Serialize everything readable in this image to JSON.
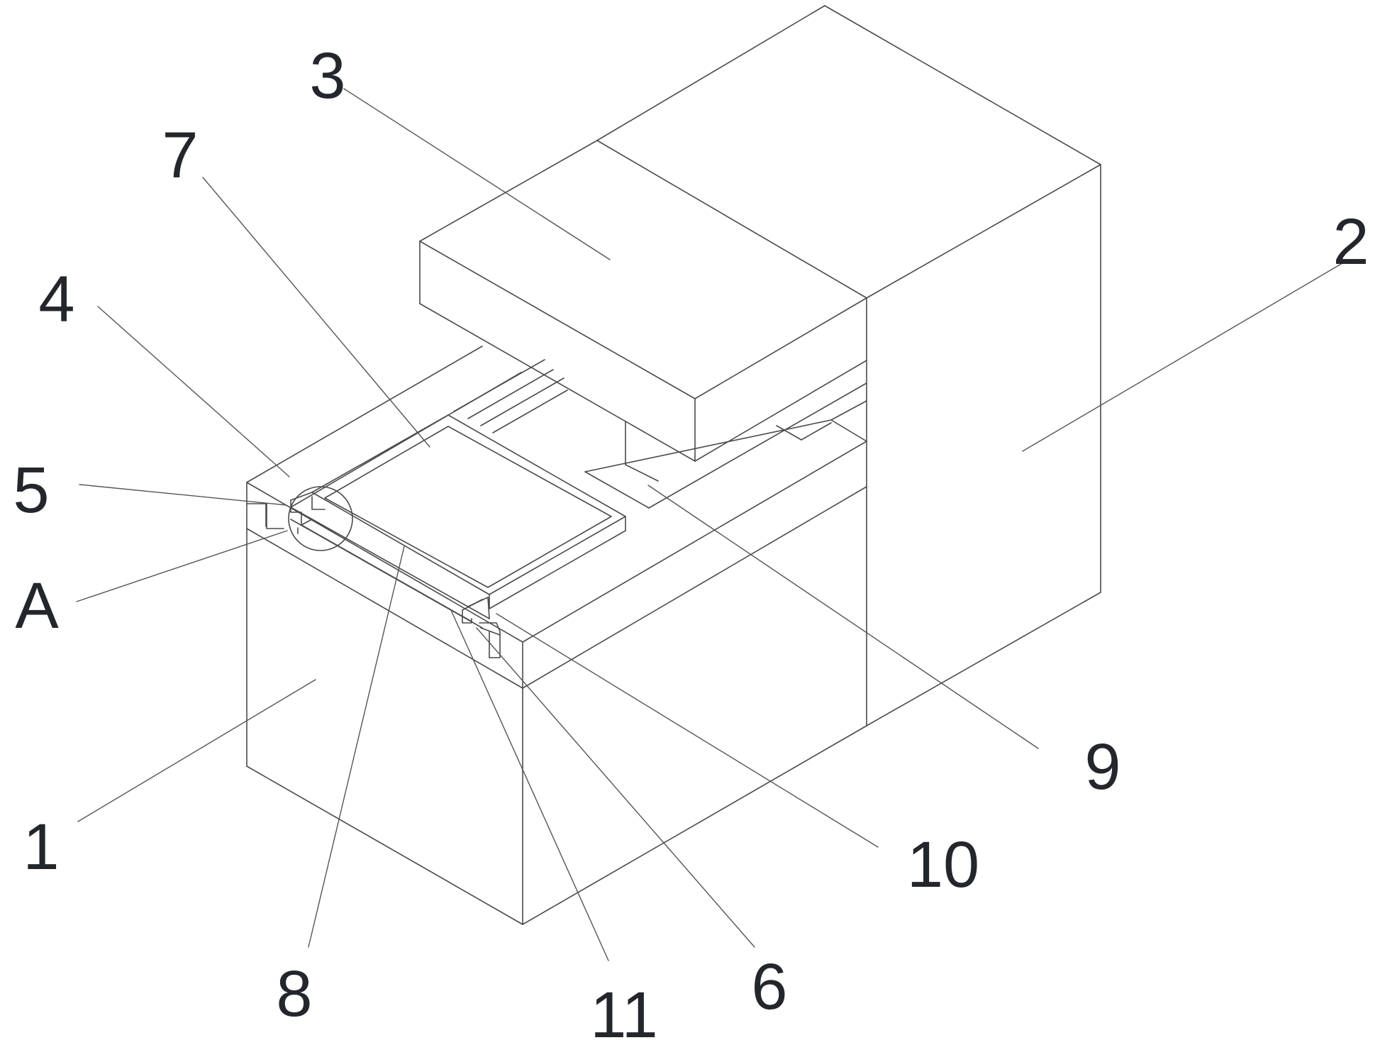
{
  "callouts": [
    {
      "id": "1",
      "text": "1"
    },
    {
      "id": "2",
      "text": "2"
    },
    {
      "id": "3",
      "text": "3"
    },
    {
      "id": "4",
      "text": "4"
    },
    {
      "id": "5",
      "text": "5"
    },
    {
      "id": "6",
      "text": "6"
    },
    {
      "id": "7",
      "text": "7"
    },
    {
      "id": "8",
      "text": "8"
    },
    {
      "id": "9",
      "text": "9"
    },
    {
      "id": "10",
      "text": "10"
    },
    {
      "id": "11",
      "text": "11"
    },
    {
      "id": "A",
      "text": "A"
    }
  ],
  "colors": {
    "line": "#4a4a4a",
    "text": "#23262b",
    "background": "#ffffff"
  }
}
